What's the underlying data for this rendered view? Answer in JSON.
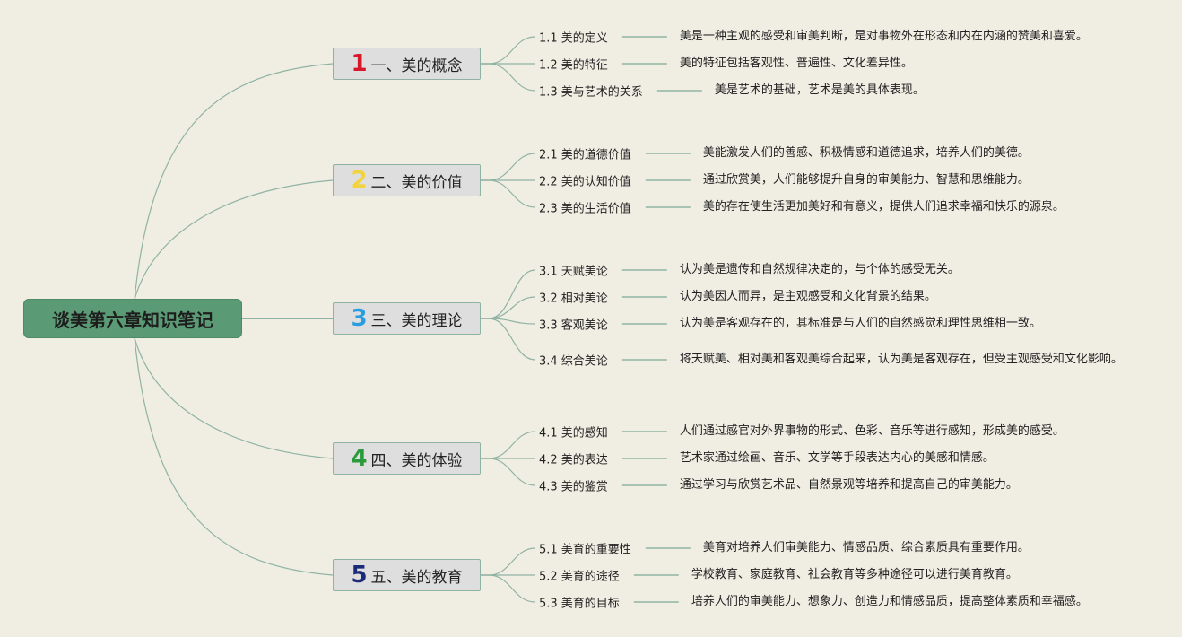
{
  "root": {
    "title": "谈美第六章知识笔记"
  },
  "colors": {
    "line": "#8fb3a3",
    "root_bg": "#5a9a74"
  },
  "branches": [
    {
      "number": "1",
      "number_color": "#d7182a",
      "title": "一、美的概念",
      "items": [
        {
          "label": "1.1 美的定义",
          "desc": "美是一种主观的感受和审美判断，是对事物外在形态和内在内涵的赞美和喜爱。"
        },
        {
          "label": "1.2 美的特征",
          "desc": "美的特征包括客观性、普遍性、文化差异性。"
        },
        {
          "label": "1.3 美与艺术的关系",
          "desc": "美是艺术的基础，艺术是美的具体表现。"
        }
      ]
    },
    {
      "number": "2",
      "number_color": "#f2d33c",
      "title": "二、美的价值",
      "items": [
        {
          "label": "2.1 美的道德价值",
          "desc": "美能激发人们的善感、积极情感和道德追求，培养人们的美德。"
        },
        {
          "label": "2.2 美的认知价值",
          "desc": "通过欣赏美，人们能够提升自身的审美能力、智慧和思维能力。"
        },
        {
          "label": "2.3 美的生活价值",
          "desc": "美的存在使生活更加美好和有意义，提供人们追求幸福和快乐的源泉。"
        }
      ]
    },
    {
      "number": "3",
      "number_color": "#2a9de0",
      "title": "三、美的理论",
      "items": [
        {
          "label": "3.1 天赋美论",
          "desc": "认为美是遗传和自然规律决定的，与个体的感受无关。"
        },
        {
          "label": "3.2 相对美论",
          "desc": "认为美因人而异，是主观感受和文化背景的结果。"
        },
        {
          "label": "3.3 客观美论",
          "desc": "认为美是客观存在的，其标准是与人们的自然感觉和理性思维相一致。"
        },
        {
          "label": "3.4 综合美论",
          "desc": "将天赋美、相对美和客观美综合起来，认为美是客观存在，但受主观感受和文化影响。"
        }
      ]
    },
    {
      "number": "4",
      "number_color": "#2a9a3a",
      "title": "四、美的体验",
      "items": [
        {
          "label": "4.1 美的感知",
          "desc": "人们通过感官对外界事物的形式、色彩、音乐等进行感知，形成美的感受。"
        },
        {
          "label": "4.2 美的表达",
          "desc": "艺术家通过绘画、音乐、文学等手段表达内心的美感和情感。"
        },
        {
          "label": "4.3 美的鉴赏",
          "desc": "通过学习与欣赏艺术品、自然景观等培养和提高自己的审美能力。"
        }
      ]
    },
    {
      "number": "5",
      "number_color": "#1c2a7a",
      "title": "五、美的教育",
      "items": [
        {
          "label": "5.1 美育的重要性",
          "desc": "美育对培养人们审美能力、情感品质、综合素质具有重要作用。"
        },
        {
          "label": "5.2 美育的途径",
          "desc": "学校教育、家庭教育、社会教育等多种途径可以进行美育教育。"
        },
        {
          "label": "5.3 美育的目标",
          "desc": "培养人们的审美能力、想象力、创造力和情感品质，提高整体素质和幸福感。"
        }
      ]
    }
  ]
}
